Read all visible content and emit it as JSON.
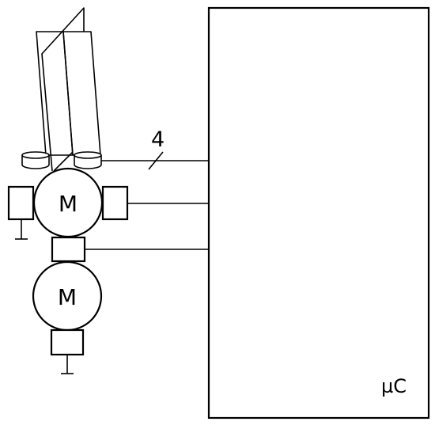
{
  "diagram": {
    "motor_top_label": "M",
    "motor_bottom_label": "M",
    "controller_label": "µC",
    "bus_ref_label": "4"
  },
  "colors": {
    "stroke": "#000000",
    "background": "#ffffff"
  }
}
